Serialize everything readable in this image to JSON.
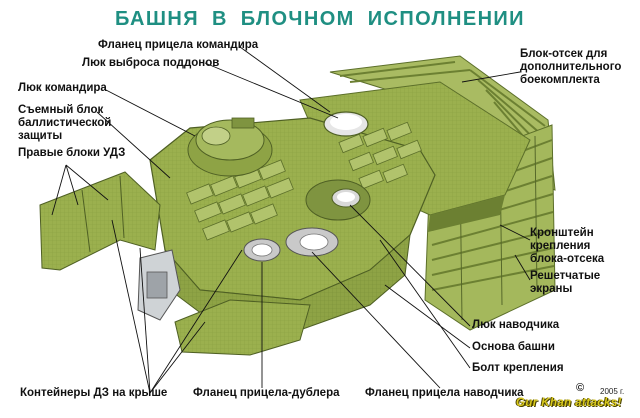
{
  "title": "БАШНЯ В БЛОЧНОМ ИСПОЛНЕНИИ",
  "labels": {
    "commander_sight_flange": "Фланец прицела командира",
    "pallet_ejection_hatch": "Люк выброса поддонов",
    "commander_hatch": "Люк командира",
    "removable_block_1": "Съемный блок",
    "removable_block_2": "баллистической",
    "removable_block_3": "защиты",
    "right_era_blocks": "Правые блоки УДЗ",
    "ammo_compartment_1": "Блок-отсек для",
    "ammo_compartment_2": "дополнительного",
    "ammo_compartment_3": "боекомплекта",
    "bracket_1": "Кронштейн",
    "bracket_2": "крепления",
    "bracket_3": "блока-отсека",
    "slat_screens_1": "Решетчатые",
    "slat_screens_2": "экраны",
    "gunner_hatch": "Люк наводчика",
    "turret_base": "Основа башни",
    "mount_bolt": "Болт крепления",
    "roof_era_containers": "Контейнеры ДЗ на крыше",
    "backup_sight_flange": "Фланец прицела-дублера",
    "gunner_sight_flange": "Фланец прицела наводчика"
  },
  "credits": {
    "copyright": "©",
    "year": "2005 г.",
    "signature": "Gur Khan attacks!"
  },
  "colors": {
    "title": "#1f8f82",
    "armor_light": "#9bb04e",
    "armor_mid": "#7f9440",
    "armor_dark": "#5c6f2a",
    "signature": "#d9c91c"
  }
}
